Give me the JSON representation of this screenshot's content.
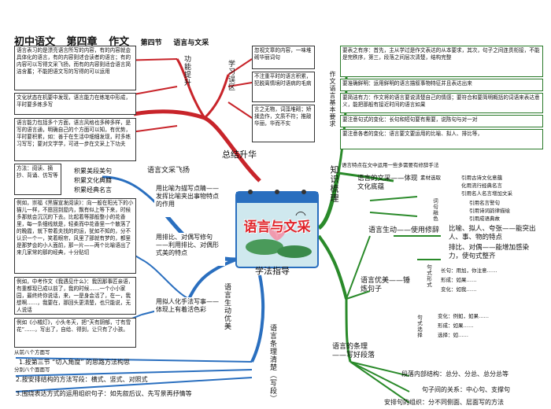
{
  "title": {
    "main": "初中语文",
    "chapter": "第四章",
    "subject": "作文",
    "section": "第四节",
    "topic": "语言与文采"
  },
  "center": {
    "label": "语言与文采"
  },
  "branches": {
    "summary": "总结升华",
    "study": "学法指导",
    "knowledge": "知识梳理"
  },
  "left_top": {
    "box1": "语言表习的是漂亮语言所写的内容，有的内容就会具体化的语言，有的内容则述合读者的语言；有的内容可以写得文采飞扬，而有的内容则适合语言简洁含蓄；不能把语文写的写得的可以运用",
    "box2": "文化状态在机要中发现，语言能力在练笔中形成，平时要多练多写",
    "box3": "语言能力包括多个方面，语言风格也多种多样，是写的语言通，明确自己的个方面可以知，有优势，平时要积累，如：善于在生活中细细发现，时多练习写写；要对文学学，可进一步在文采上下功夫",
    "func_label": "功能提升",
    "study_label": "学习误区",
    "func1": "忽视文章的内容，一味堆砌华丽词句",
    "func2": "不注重平时的语言积累，犯脱离情境时语病的毛病",
    "func3": "言之无物，词藻堆砌；矫揉造作，文质不符；推敲华丽，华而不实"
  },
  "left_mid": {
    "method_label": "方法：阅读、摘抄、背诵、仿写等",
    "method_items": [
      "积累美段美句",
      "积累文化典籍",
      "积累经典名言"
    ],
    "wenci_label": "语言文采飞扬",
    "example1": "例如，崇福《黑猫宣发阅读》：向一般在阳光下的小猫儿一样，不愿回到屋内，飘有似上等下来，时候多那就会沉沉的下去。比起着等那般整小的花香里，每一条细线就是，轻柔而中花香里一个散落了的晚霞，就下带着夫找的的运，犹如不知的，分不认识一个一，笑着眼帘，风里了那就有梦的，都里是那梦会的小人面前，那一片——两个比喻语出了来几家常的那的经典，十分贴切",
    "example2": "例如，中考作文《我遇见什么》：我因那事匠亲语，有重都现已成以前了，我的时候……一个小小家园，最终终你说话，来，一是身会活了，在一，我想啊……，我要在，那回头更清楚，也只能说，无人说话",
    "example3": "例如《小橘灯》，小头冬天，把“天有阴郁，寸有雪花”……，写出了，自给、得到，让只有了小孩。",
    "use_label1": "用比喻为描写点睛——发挥比喻夹出事物特点的作用",
    "use_label2": "用排比、对偶写修句——利用排比、对偶形式美的特点",
    "use_label3": "用拟人化手法写事——体现上有着活色彩",
    "vivid_label": "语言生动优美",
    "clear_label": "语言条理清楚（写段）"
  },
  "left_bottom": {
    "steps_intro": "从前八个方面写",
    "step0": "分别八个面面写",
    "step1": "1.按第三节 “切入角度” 的思路方法构思",
    "step2": "2.按安排结构的方法写段：横式、竖式、对照式",
    "step3": "3.围绕表达方式的运用组织句子：如先叙后议、先写景再抒情等"
  },
  "right": {
    "text_basic_label": "作文语言基本要求",
    "req1": "要表之有序：首先，主从学过是作文表达的从本要求，其次，句子之间连贯衔接，不能是完秩序，第三，段落之间层次清楚，结构完整",
    "req2": "要准确鲜明：运用鲜明的语言描叙事物特征并且表达出来",
    "req3": "要简洁有力：作文将的语言要说清楚自己的情感；要符合和要简明概括的词语来表达意义，能把那般有接近时间的语言如果",
    "req4": "要注意句式的变化：长句和短句要有需要，说陈句与对一对",
    "req5": "要注意各者的变化：语言要文要运用的比喻、拟人、排比等，",
    "req6": "语言特点在文中运用一些多需要有修辞手法",
    "text_culture_label": "语言的文采——体现文化底蕴",
    "material_label": "素材选取",
    "material1": "引用古诗文化意蕴",
    "material2": "化用流行经典名言",
    "material3": "引用名人名言增加文采",
    "word_label": "词句融色",
    "word1": "引用名言警句",
    "word2": "引用诗词韵律描绘",
    "word3": "引用成语典故",
    "vivid_label": "语言生动——使用修辞",
    "vivid1": "比喻、拟人、夸张——能突出人、事、物的特点",
    "vivid2": "排比、对偶——能增加感染力，使句式整齐",
    "form_label": "语言优美——锤炼句子",
    "form_sub": "句式形式",
    "form1": "长句：用加，你注意……",
    "form2": "形成：如果……",
    "form3": "变化：如我……",
    "select_label": "句式选择",
    "select1": "变化：例如，如果……",
    "select2": "形成：如果……",
    "select3": "选择：如……",
    "order_label": "语言的条理——写好段落",
    "order1": "段落内部结构：总分、分总、总分总等",
    "order2": "句子间的关系：中心句、支撑句",
    "order3": "安排句的组织：分不同侧面、层面写的方法"
  },
  "colors": {
    "red": "#c8242a",
    "blue": "#2a6fbf",
    "green": "#2a8a2a",
    "title": "#111111"
  }
}
